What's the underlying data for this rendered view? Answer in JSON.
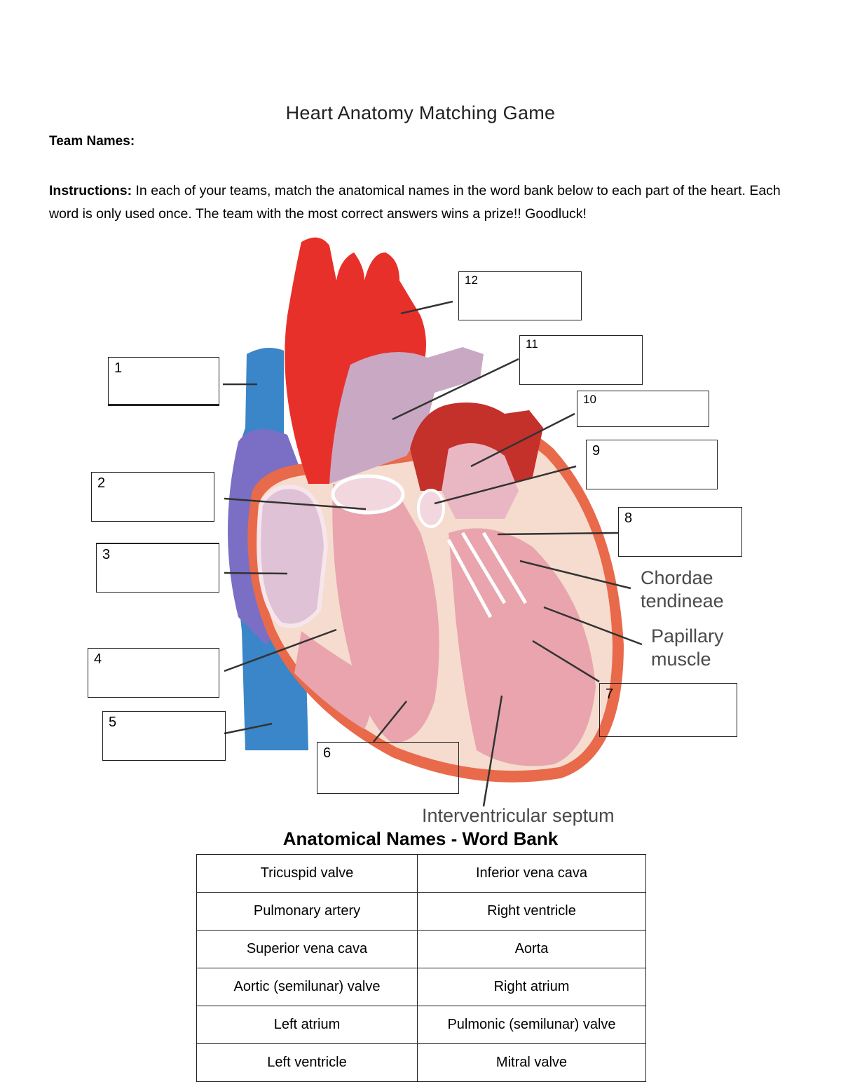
{
  "title": "Heart Anatomy Matching Game",
  "team_label": "Team Names:",
  "instructions": {
    "label": "Instructions:",
    "text": " In each of your teams, match the anatomical names in the word bank below to each part of the heart. Each word is only used once. The team with the most correct answers wins a prize!! Goodluck!"
  },
  "boxes": [
    "1",
    "2",
    "3",
    "4",
    "5",
    "6",
    "7",
    "8",
    "9",
    "10",
    "11",
    "12"
  ],
  "figure_labels": {
    "chordae": "Chordae tendineae",
    "chordae_line1": "Chordae",
    "chordae_line2": "tendineae",
    "papillary_line1": "Papillary",
    "papillary_line2": "muscle",
    "septum": "Interventricular septum"
  },
  "word_bank": {
    "title": "Anatomical Names - Word Bank",
    "rows": [
      [
        "Tricuspid valve",
        "Inferior vena cava"
      ],
      [
        "Pulmonary artery",
        "Right ventricle"
      ],
      [
        "Superior vena cava",
        "Aorta"
      ],
      [
        "Aortic (semilunar) valve",
        "Right atrium"
      ],
      [
        "Left atrium",
        "Pulmonic (semilunar) valve"
      ],
      [
        "Left ventricle",
        "Mitral valve"
      ]
    ]
  },
  "colors": {
    "aorta": "#e8302a",
    "vena_cava": "#3a86c8",
    "pulmonary": "#c9a8c4",
    "muscle": "#e9a4ad",
    "outer": "#f3d8c8"
  }
}
